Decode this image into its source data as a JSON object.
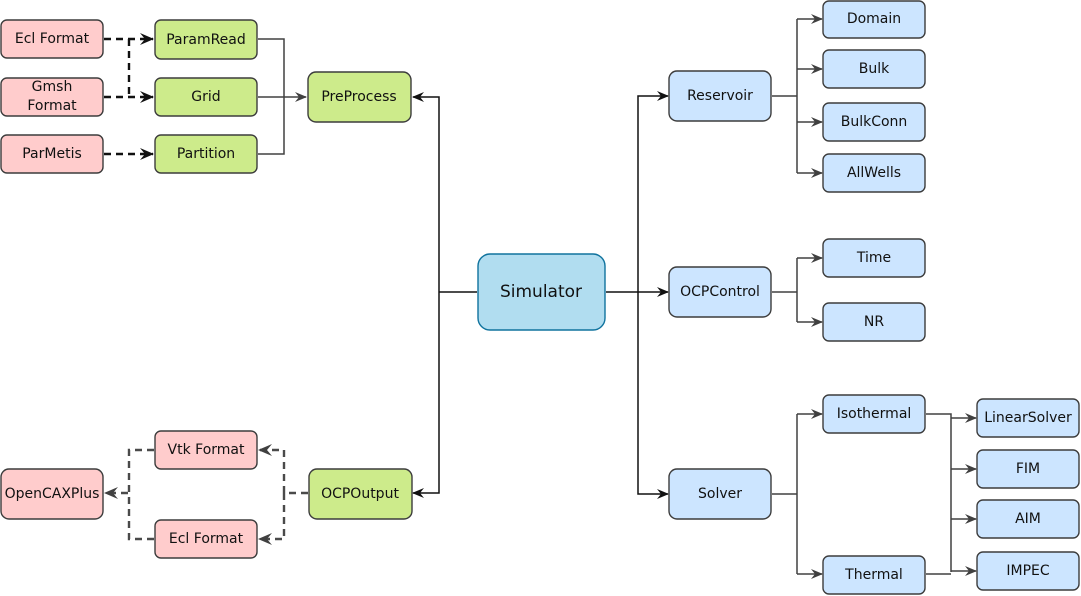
{
  "diagram": {
    "title": "",
    "colors": {
      "input_pink": "#ffcccc",
      "process_green": "#cdeb8b",
      "module_blue": "#cce5ff",
      "root_blue": "#b1ddf0",
      "root_border": "#10739e",
      "edge": "#404040"
    },
    "nodes": {
      "ecl_format_in": "Ecl Format",
      "gmsh_format_line1": "Gmsh",
      "gmsh_format_line2": "Format",
      "parmetis": "ParMetis",
      "paramread": "ParamRead",
      "grid": "Grid",
      "partition": "Partition",
      "preprocess": "PreProcess",
      "simulator": "Simulator",
      "ocpoutput": "OCPOutput",
      "vtk_format": "Vtk Format",
      "ecl_format_out": "Ecl Format",
      "opencaxplus": "OpenCAXPlus",
      "reservoir": "Reservoir",
      "domain": "Domain",
      "bulk": "Bulk",
      "bulkconn": "BulkConn",
      "allwells": "AllWells",
      "ocpcontrol": "OCPControl",
      "time": "Time",
      "nr": "NR",
      "solver": "Solver",
      "isothermal": "Isothermal",
      "thermal": "Thermal",
      "linearsolver": "LinearSolver",
      "fim": "FIM",
      "aim": "AIM",
      "impec": "IMPEC"
    },
    "edges": [
      {
        "from": "Ecl Format",
        "to": "ParamRead",
        "style": "dashed"
      },
      {
        "from": "Ecl Format",
        "to": "Grid",
        "style": "dashed"
      },
      {
        "from": "Gmsh Format",
        "to": "Grid",
        "style": "dashed"
      },
      {
        "from": "ParMetis",
        "to": "Partition",
        "style": "dashed"
      },
      {
        "from": "ParamRead",
        "to": "PreProcess",
        "style": "solid"
      },
      {
        "from": "Grid",
        "to": "PreProcess",
        "style": "solid"
      },
      {
        "from": "Partition",
        "to": "PreProcess",
        "style": "solid"
      },
      {
        "from": "Simulator",
        "to": "PreProcess",
        "style": "solid"
      },
      {
        "from": "Simulator",
        "to": "OCPOutput",
        "style": "solid"
      },
      {
        "from": "OCPOutput",
        "to": "Vtk Format",
        "style": "dashed"
      },
      {
        "from": "OCPOutput",
        "to": "Ecl Format",
        "style": "dashed"
      },
      {
        "from": "Vtk Format",
        "to": "OpenCAXPlus",
        "style": "dashed"
      },
      {
        "from": "Ecl Format",
        "to": "OpenCAXPlus",
        "style": "dashed"
      },
      {
        "from": "Simulator",
        "to": "Reservoir",
        "style": "solid"
      },
      {
        "from": "Simulator",
        "to": "OCPControl",
        "style": "solid"
      },
      {
        "from": "Simulator",
        "to": "Solver",
        "style": "solid"
      },
      {
        "from": "Reservoir",
        "to": "Domain",
        "style": "solid"
      },
      {
        "from": "Reservoir",
        "to": "Bulk",
        "style": "solid"
      },
      {
        "from": "Reservoir",
        "to": "BulkConn",
        "style": "solid"
      },
      {
        "from": "Reservoir",
        "to": "AllWells",
        "style": "solid"
      },
      {
        "from": "OCPControl",
        "to": "Time",
        "style": "solid"
      },
      {
        "from": "OCPControl",
        "to": "NR",
        "style": "solid"
      },
      {
        "from": "Solver",
        "to": "Isothermal",
        "style": "solid"
      },
      {
        "from": "Solver",
        "to": "Thermal",
        "style": "solid"
      },
      {
        "from": "Isothermal",
        "to": "LinearSolver",
        "style": "solid"
      },
      {
        "from": "Isothermal",
        "to": "FIM",
        "style": "solid"
      },
      {
        "from": "Isothermal",
        "to": "AIM",
        "style": "solid"
      },
      {
        "from": "Isothermal",
        "to": "IMPEC",
        "style": "solid"
      },
      {
        "from": "Thermal",
        "to": "IMPEC",
        "style": "solid"
      }
    ]
  }
}
